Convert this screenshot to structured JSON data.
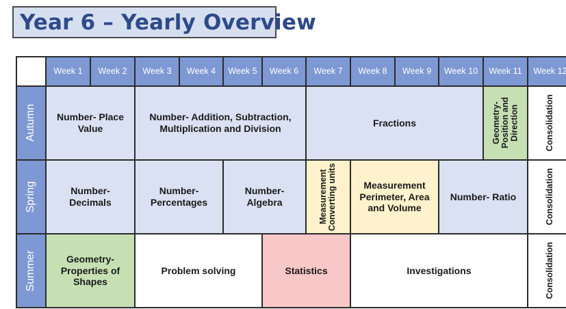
{
  "title": "Year 6 – Yearly Overview",
  "weeks": [
    "Week 1",
    "Week 2",
    "Week 3",
    "Week 4",
    "Week 5",
    "Week 6",
    "Week 7",
    "Week 8",
    "Week 9",
    "Week 10",
    "Week 11",
    "Week 12"
  ],
  "terms": [
    "Autumn",
    "Spring",
    "Summer"
  ],
  "autumn": {
    "place_value": "Number- Place Value",
    "four_operations": "Number- Addition, Subtraction, Multiplication and Division",
    "fractions": "Fractions",
    "geometry_position": "Geometry- Position and Direction",
    "consolidation": "Consolidation"
  },
  "spring": {
    "decimals": "Number- Decimals",
    "percentages": "Number- Percentages",
    "algebra": "Number- Algebra",
    "converting_units": "Measurement Converting units",
    "perimeter_area_volume": "Measurement Perimeter, Area and Volume",
    "ratio": "Number- Ratio",
    "consolidation": "Consolidation"
  },
  "summer": {
    "properties_of_shapes": "Geometry- Properties of Shapes",
    "problem_solving": "Problem solving",
    "statistics": "Statistics",
    "investigations": "Investigations",
    "consolidation": "Consolidation"
  },
  "colors": {
    "header_blue": "#7d98d3",
    "light_blue": "#d9e1f2",
    "green": "#c6e0b4",
    "yellow": "#fff2cc",
    "pink": "#f8c7c7",
    "title_text": "#2e4a8a"
  }
}
